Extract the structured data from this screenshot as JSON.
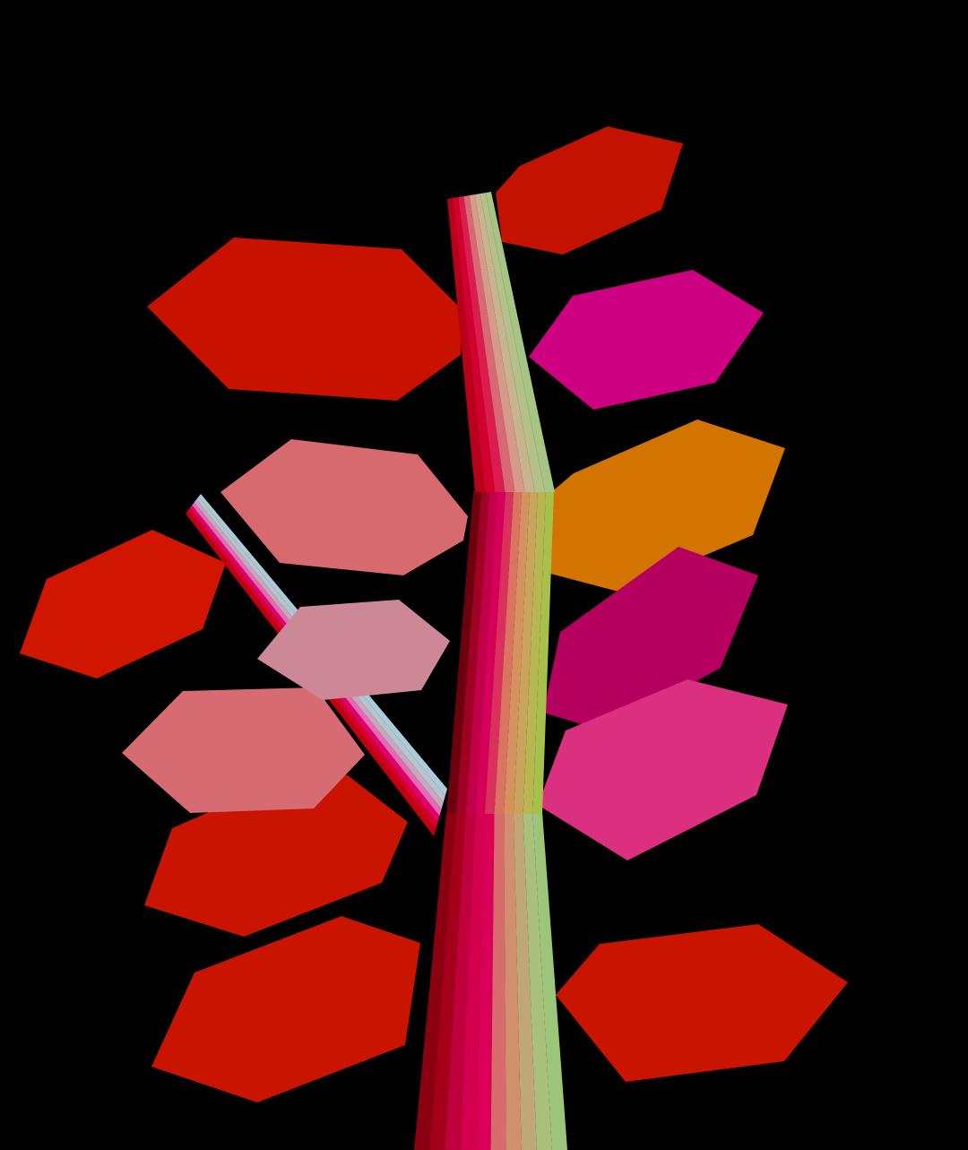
{
  "scene": {
    "background": "#000000"
  },
  "leaves": [
    {
      "name": "leaf-top-right",
      "color": "#C41200"
    },
    {
      "name": "leaf-upper-left-large",
      "color": "#C91100"
    },
    {
      "name": "leaf-upper-right-magenta",
      "color": "#CC0080"
    },
    {
      "name": "leaf-mid-right-orange",
      "color": "#D37400"
    },
    {
      "name": "leaf-mid-left-salmon",
      "color": "#D66A6E"
    },
    {
      "name": "leaf-far-left-red",
      "color": "#D11600"
    },
    {
      "name": "leaf-mid-right-plum",
      "color": "#B5005F"
    },
    {
      "name": "leaf-center-pink",
      "color": "#CC8896"
    },
    {
      "name": "leaf-lower-left-salmon",
      "color": "#D66C72"
    },
    {
      "name": "leaf-lower-right-pink",
      "color": "#DB3080"
    },
    {
      "name": "leaf-lower-left-red",
      "color": "#C81400"
    },
    {
      "name": "leaf-bottom-left-red",
      "color": "#C91500"
    },
    {
      "name": "leaf-bottom-right-red",
      "color": "#C91500"
    }
  ],
  "stem_palette": {
    "trunk_lower": [
      "#8B0010",
      "#A4001C",
      "#C0003C",
      "#D4004E",
      "#DB0057",
      "#D86B6B",
      "#D28F6E",
      "#BFA777",
      "#A9BF7C",
      "#9CC57A"
    ],
    "trunk_middle": [
      "#6E000E",
      "#A00024",
      "#C2004A",
      "#D6005A",
      "#DB2F5E",
      "#D97460",
      "#D6925E",
      "#C8A55A",
      "#B7B752",
      "#A7C04C"
    ],
    "trunk_upper": [
      "#B8001A",
      "#D2002E",
      "#DB1C4C",
      "#D86874",
      "#D69A88",
      "#C7B48E",
      "#B4C08A",
      "#A6C584"
    ],
    "branch": [
      "#C00010",
      "#D4002A",
      "#E0006E",
      "#E66AB0",
      "#C7A6C0",
      "#B8C4CC",
      "#A9CCD8"
    ]
  }
}
